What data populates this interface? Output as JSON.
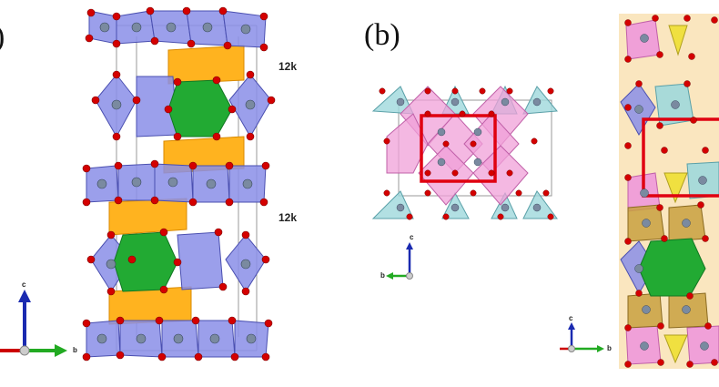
{
  "panel_a": {
    "label": ")",
    "site_labels": [
      "12k",
      "12k"
    ],
    "axis": {
      "c": "c",
      "b": "b"
    }
  },
  "panel_b": {
    "label": "(b)",
    "axis_small": {
      "c": "c",
      "b": "b"
    },
    "axis_right": {
      "c": "c",
      "b": "b"
    }
  },
  "colors": {
    "octahedron": "#8a8ee8",
    "bipyramid": "#ffb31f",
    "green_polyhedron": "#22aa33",
    "pink_polyhedron": "#f0a0d8",
    "cyan_polyhedron": "#9fd8dc",
    "yellow_polyhedron": "#f0e040",
    "brown_polyhedron": "#c8a040",
    "oxygen": "#d40000",
    "cation": "#7a8aa0",
    "selection_box": "#e00010",
    "axis_c": "#1a2ab0",
    "axis_b": "#22aa22",
    "axis_a": "#cc0000"
  }
}
